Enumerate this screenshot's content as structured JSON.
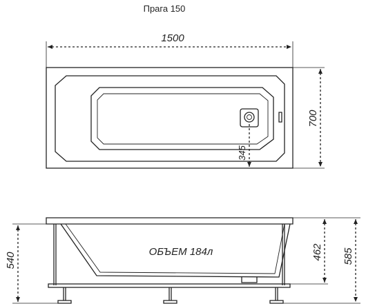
{
  "title": "Прага 150",
  "dimensions": {
    "length": "1500",
    "width": "700",
    "drain_offset": "345",
    "height_total": "540",
    "height_inner": "462",
    "height_outer": "585"
  },
  "volume_label": "ОБЪЕМ 184л"
}
